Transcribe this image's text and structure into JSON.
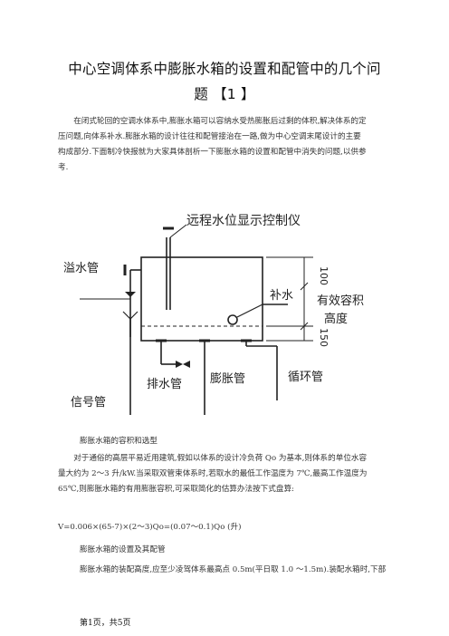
{
  "title": {
    "line1": "中心空调体系中膨胀水箱的设置和配管中的几个问",
    "line2": "题 【1 】"
  },
  "intro": [
    "在闭式轮回的空调水体系中,膨胀水箱可以容纳水受热膨胀后过剩的体积,解决体系的定",
    "压问题,向体系补水.膨胀水箱的设计往往和配管接治在一路,做为中心空调末尾设计的主要",
    "构成部分.下面制冷快报就为大家具体剖析一下膨胀水箱的设置和配管中消失的问题,以供参",
    "考."
  ],
  "diagram": {
    "labels": {
      "remote": "远程水位显示控制仪",
      "overflow": "溢水管",
      "makeup": "补水",
      "effective": "有效容积",
      "height": "高度",
      "dim_top": "100",
      "dim_bottom": "150",
      "drain": "排水管",
      "expansion": "膨胀管",
      "circulation": "循环管",
      "signal": "信号管"
    }
  },
  "sections": {
    "capacity_heading": "膨胀水箱的容积和选型",
    "capacity_text": [
      "对于通俗的高层平易近用建筑,假如以体系的设计冷负荷 Qo 为基本,则体系的单位水容",
      "量大约为 2～3 升/kW.当采取双管束体系时,若取水的最低工作温度为 7℃,最高工作温度为",
      "65℃,则膨胀水箱的有用膨胀容积,可采取简化的估算办法按下式盘算:"
    ],
    "formula": "V=0.006×(65-7)×(2～3)Qo=(0.07～0.1)Qo (升)",
    "setup_heading": "膨胀水箱的设置及其配管",
    "setup_text": "膨胀水箱的装配高度,应至少凌驾体系最高点 0.5m(平日取 1.0 ～1.5m).装配水箱时,下部"
  },
  "footer": "第1页，共5页"
}
